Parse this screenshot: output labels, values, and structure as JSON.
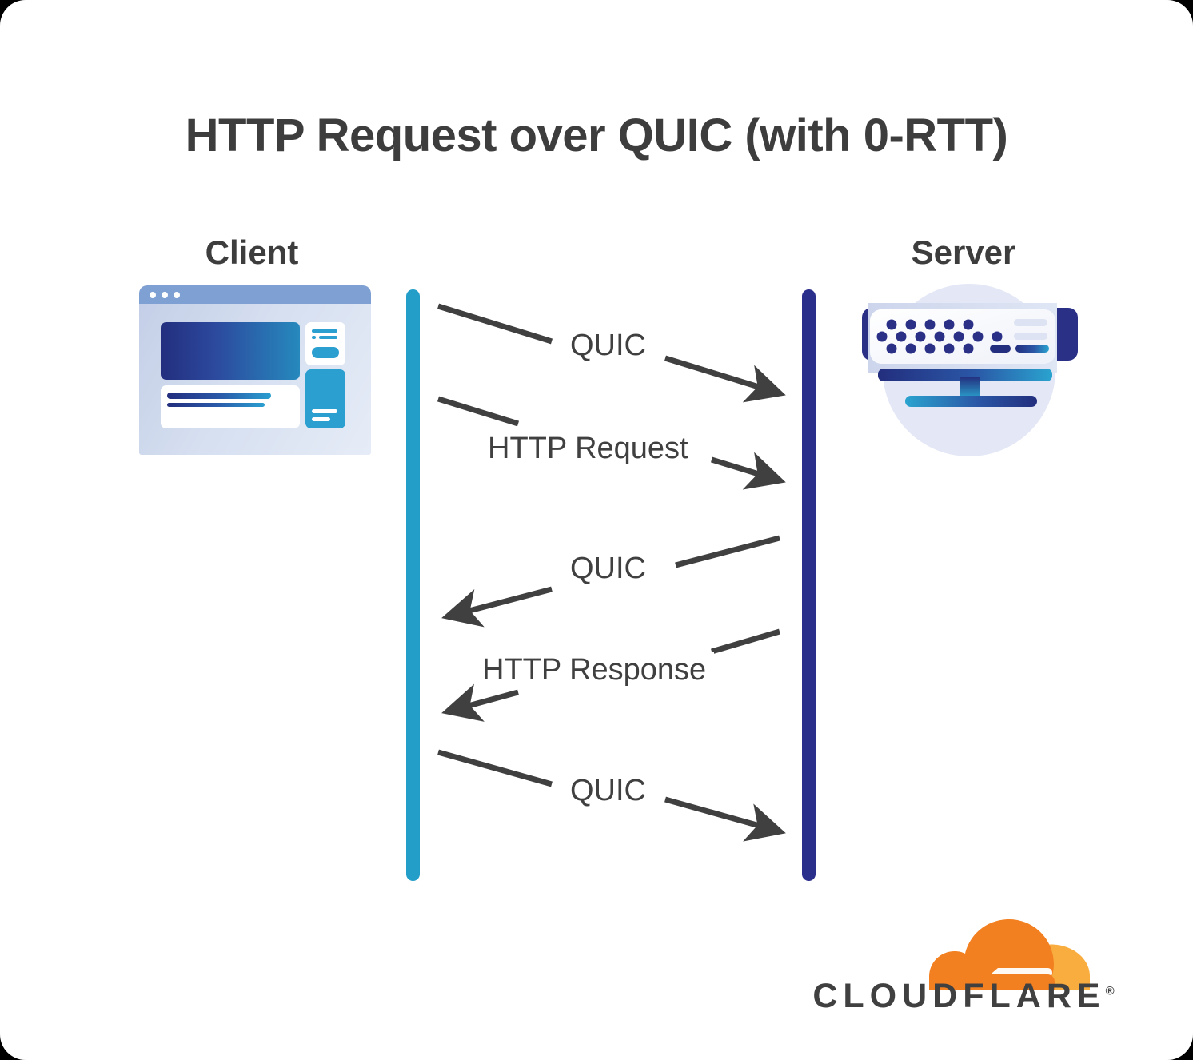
{
  "diagram": {
    "title": "HTTP Request over QUIC (with 0-RTT)",
    "background_color": "#ffffff",
    "outer_color": "#000000",
    "title_color": "#3d3d3d"
  },
  "actors": {
    "client": {
      "label": "Client",
      "lifeline_color": "#229ec8",
      "icon": "browser-window-icon"
    },
    "server": {
      "label": "Server",
      "lifeline_color": "#2b2f8c",
      "icon": "server-rack-icon"
    }
  },
  "messages": [
    {
      "label": "QUIC",
      "direction": "client-to-server",
      "index": 1
    },
    {
      "label": "HTTP Request",
      "direction": "client-to-server",
      "index": 2
    },
    {
      "label": "QUIC",
      "direction": "server-to-client",
      "index": 3
    },
    {
      "label": "HTTP Response",
      "direction": "server-to-client",
      "index": 4
    },
    {
      "label": "QUIC",
      "direction": "client-to-server",
      "index": 5
    }
  ],
  "branding": {
    "name": "CLOUDFLARE",
    "registered_mark": "®",
    "cloud_color": "#f38020",
    "cloud_accent_color": "#faad3f",
    "wordmark_color": "#404041"
  },
  "chart_data": {
    "type": "sequence-diagram",
    "title": "HTTP Request over QUIC (with 0-RTT)",
    "participants": [
      "Client",
      "Server"
    ],
    "messages": [
      {
        "from": "Client",
        "to": "Server",
        "label": "QUIC"
      },
      {
        "from": "Client",
        "to": "Server",
        "label": "HTTP Request"
      },
      {
        "from": "Server",
        "to": "Client",
        "label": "QUIC"
      },
      {
        "from": "Server",
        "to": "Client",
        "label": "HTTP Response"
      },
      {
        "from": "Client",
        "to": "Server",
        "label": "QUIC"
      }
    ]
  }
}
